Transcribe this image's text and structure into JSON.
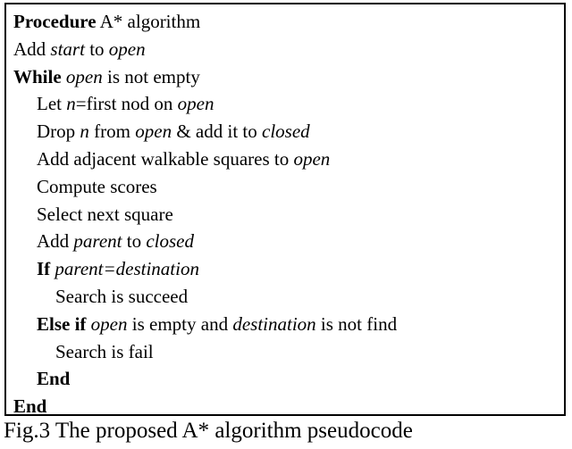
{
  "algorithm": {
    "lines": [
      {
        "indent": 0,
        "segments": [
          {
            "t": "Procedure",
            "s": "b"
          },
          {
            "t": " A* algorithm",
            "s": ""
          }
        ]
      },
      {
        "indent": 0,
        "segments": [
          {
            "t": "Add ",
            "s": ""
          },
          {
            "t": "start",
            "s": "i"
          },
          {
            "t": " to ",
            "s": ""
          },
          {
            "t": "open",
            "s": "i"
          }
        ]
      },
      {
        "indent": 0,
        "segments": [
          {
            "t": "While",
            "s": "b"
          },
          {
            "t": " ",
            "s": ""
          },
          {
            "t": "open",
            "s": "i"
          },
          {
            "t": " is not empty",
            "s": ""
          }
        ]
      },
      {
        "indent": 1,
        "segments": [
          {
            "t": "Let ",
            "s": ""
          },
          {
            "t": "n",
            "s": "i"
          },
          {
            "t": "=first nod on ",
            "s": ""
          },
          {
            "t": "open",
            "s": "i"
          }
        ]
      },
      {
        "indent": 1,
        "segments": [
          {
            "t": "Drop ",
            "s": ""
          },
          {
            "t": "n",
            "s": "i"
          },
          {
            "t": " from ",
            "s": ""
          },
          {
            "t": "open",
            "s": "i"
          },
          {
            "t": " & add it to ",
            "s": ""
          },
          {
            "t": "closed",
            "s": "i"
          }
        ]
      },
      {
        "indent": 1,
        "segments": [
          {
            "t": "Add adjacent walkable squares to ",
            "s": ""
          },
          {
            "t": "open",
            "s": "i"
          }
        ]
      },
      {
        "indent": 1,
        "segments": [
          {
            "t": "Compute scores",
            "s": ""
          }
        ]
      },
      {
        "indent": 1,
        "segments": [
          {
            "t": "Select next square",
            "s": ""
          }
        ]
      },
      {
        "indent": 1,
        "segments": [
          {
            "t": "Add ",
            "s": ""
          },
          {
            "t": "parent",
            "s": "i"
          },
          {
            "t": " to ",
            "s": ""
          },
          {
            "t": "closed",
            "s": "i"
          }
        ]
      },
      {
        "indent": 1,
        "segments": [
          {
            "t": "If",
            "s": "b"
          },
          {
            "t": " ",
            "s": ""
          },
          {
            "t": "parent=destination",
            "s": "i"
          }
        ]
      },
      {
        "indent": 2,
        "segments": [
          {
            "t": "Search is succeed",
            "s": ""
          }
        ]
      },
      {
        "indent": 1,
        "segments": [
          {
            "t": "Else if",
            "s": "b"
          },
          {
            "t": " ",
            "s": ""
          },
          {
            "t": "open",
            "s": "i"
          },
          {
            "t": " is empty and ",
            "s": ""
          },
          {
            "t": "destination",
            "s": "i"
          },
          {
            "t": " is not find",
            "s": ""
          }
        ]
      },
      {
        "indent": 2,
        "segments": [
          {
            "t": "Search is fail",
            "s": ""
          }
        ]
      },
      {
        "indent": 1,
        "segments": [
          {
            "t": "End",
            "s": "b"
          }
        ]
      },
      {
        "indent": 0,
        "segments": [
          {
            "t": "End",
            "s": "b"
          }
        ]
      }
    ]
  },
  "caption": {
    "text": "Fig.3 The proposed A* algorithm pseudocode"
  }
}
